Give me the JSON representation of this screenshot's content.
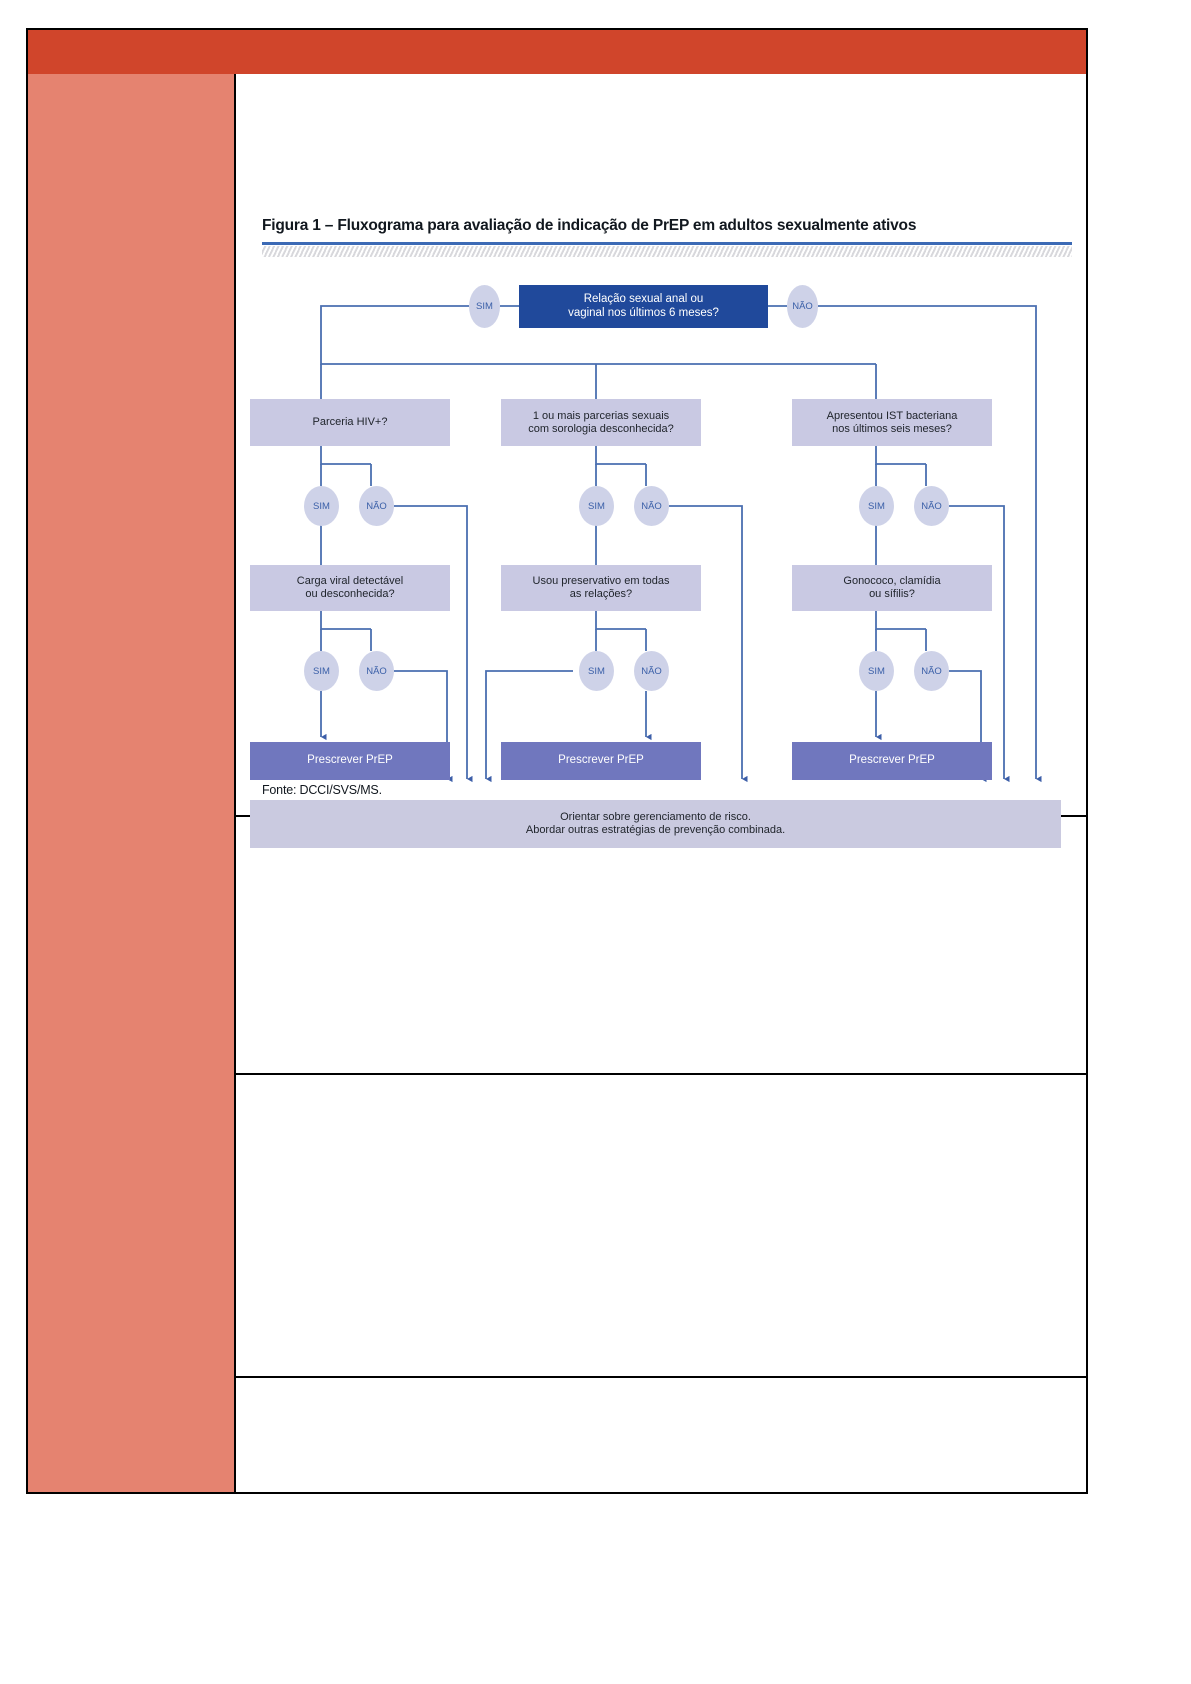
{
  "document": {
    "header_band_color": "#d0452b",
    "left_column_color": "#e58370"
  },
  "figure": {
    "title": "Figura 1 – Fluxograma para avaliação de indicação de PrEP em adultos sexualmente ativos",
    "source": "Fonte: DCCI/SVS/MS.",
    "accent_rule_color": "#3c6ab5",
    "root_box_color": "#20499b",
    "question_box_color": "#c9c9e3",
    "prep_box_color": "#7077be",
    "advice_box_color": "#cacae0",
    "connector_color": "#4a6fb0"
  },
  "chart_data": {
    "type": "flowchart",
    "title": "Figura 1 – Fluxograma para avaliação de indicação de PrEP em adultos sexualmente ativos",
    "nodes": [
      {
        "id": "root",
        "label": "Relação sexual anal ou\nvaginal nos últimos 6 meses?",
        "kind": "root-decision"
      },
      {
        "id": "q1",
        "label": "Parceria HIV+?",
        "kind": "question"
      },
      {
        "id": "q2",
        "label": "1 ou mais parcerias sexuais\ncom sorologia desconhecida?",
        "kind": "question"
      },
      {
        "id": "q3",
        "label": "Apresentou IST bacteriana\nnos últimos seis meses?",
        "kind": "question"
      },
      {
        "id": "q1b",
        "label": "Carga viral detectável\nou desconhecida?",
        "kind": "question"
      },
      {
        "id": "q2b",
        "label": "Usou preservativo em todas\nas relações?",
        "kind": "question"
      },
      {
        "id": "q3b",
        "label": "Gonococo, clamídia\nou sífilis?",
        "kind": "question"
      },
      {
        "id": "prep1",
        "label": "Prescrever PrEP",
        "kind": "outcome"
      },
      {
        "id": "prep2",
        "label": "Prescrever PrEP",
        "kind": "outcome"
      },
      {
        "id": "prep3",
        "label": "Prescrever PrEP",
        "kind": "outcome"
      },
      {
        "id": "advice",
        "label": "Orientar sobre gerenciamento de risco.\nAbordar outras estratégias de prevenção combinada.",
        "kind": "outcome-banner"
      }
    ],
    "edge_labels": [
      "SIM",
      "NÃO"
    ],
    "edges": [
      {
        "from": "root",
        "label": "SIM",
        "to": "q1"
      },
      {
        "from": "root",
        "label": "SIM",
        "to": "q2"
      },
      {
        "from": "root",
        "label": "SIM",
        "to": "q3"
      },
      {
        "from": "root",
        "label": "NÃO",
        "to": "advice"
      },
      {
        "from": "q1",
        "label": "SIM",
        "to": "q1b"
      },
      {
        "from": "q1",
        "label": "NÃO",
        "to": "advice"
      },
      {
        "from": "q2",
        "label": "SIM",
        "to": "q2b"
      },
      {
        "from": "q2",
        "label": "NÃO",
        "to": "advice"
      },
      {
        "from": "q3",
        "label": "SIM",
        "to": "q3b"
      },
      {
        "from": "q3",
        "label": "NÃO",
        "to": "advice"
      },
      {
        "from": "q1b",
        "label": "SIM",
        "to": "prep1"
      },
      {
        "from": "q1b",
        "label": "NÃO",
        "to": "advice"
      },
      {
        "from": "q2b",
        "label": "SIM",
        "to": "advice"
      },
      {
        "from": "q2b",
        "label": "NÃO",
        "to": "prep2"
      },
      {
        "from": "q3b",
        "label": "SIM",
        "to": "prep3"
      },
      {
        "from": "q3b",
        "label": "NÃO",
        "to": "advice"
      }
    ]
  },
  "labels": {
    "root_line1": "Relação sexual anal ou",
    "root_line2": "vaginal nos últimos 6 meses?",
    "q1": "Parceria HIV+?",
    "q2_line1": "1 ou mais parcerias sexuais",
    "q2_line2": "com sorologia desconhecida?",
    "q3_line1": "Apresentou IST bacteriana",
    "q3_line2": "nos últimos seis meses?",
    "q1b_line1": "Carga viral detectável",
    "q1b_line2": "ou desconhecida?",
    "q2b_line1": "Usou preservativo em todas",
    "q2b_line2": "as relações?",
    "q3b_line1": "Gonococo, clamídia",
    "q3b_line2": "ou sífilis?",
    "prep": "Prescrever PrEP",
    "advice_line1": "Orientar sobre gerenciamento de risco.",
    "advice_line2": "Abordar outras estratégias de prevenção combinada.",
    "sim": "SIM",
    "nao": "NÃO"
  }
}
